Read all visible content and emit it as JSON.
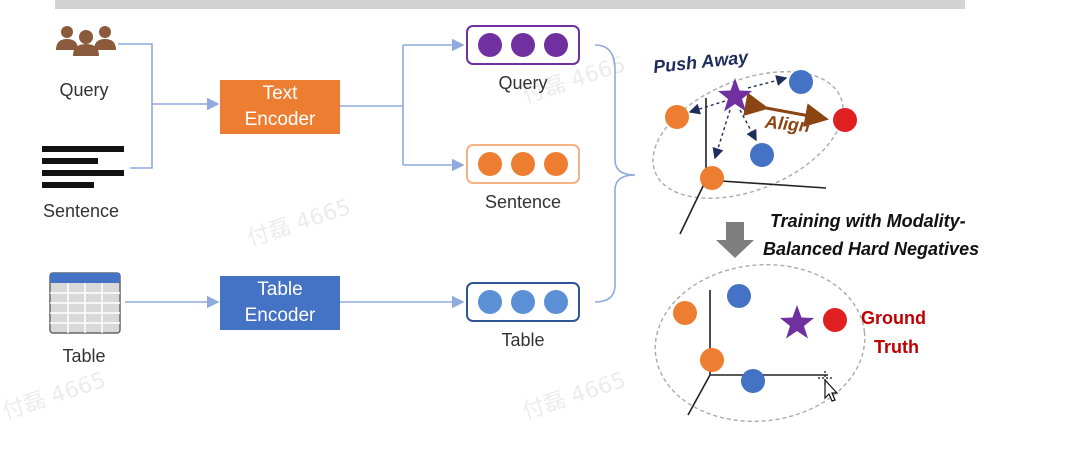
{
  "watermark": "付磊 4665",
  "inputs": {
    "query_label": "Query",
    "sentence_label": "Sentence",
    "table_label": "Table"
  },
  "encoders": {
    "text_line1": "Text",
    "text_line2": "Encoder",
    "table_line1": "Table",
    "table_line2": "Encoder"
  },
  "embeddings": {
    "query_label": "Query",
    "sentence_label": "Sentence",
    "table_label": "Table"
  },
  "top_space": {
    "push_away": "Push Away",
    "align": "Align"
  },
  "transition": {
    "line1": "Training with Modality-",
    "line2": "Balanced Hard Negatives"
  },
  "bottom_space": {
    "line1": "Ground",
    "line2": "Truth"
  },
  "colors": {
    "purple": "#7030a0",
    "orange": "#ed7d31",
    "blue": "#4472c4",
    "red": "#e02020",
    "text_encoder": "#ed7d31",
    "table_encoder": "#4472c4",
    "connector": "#8faadc",
    "align_arrow": "#8b4513"
  }
}
